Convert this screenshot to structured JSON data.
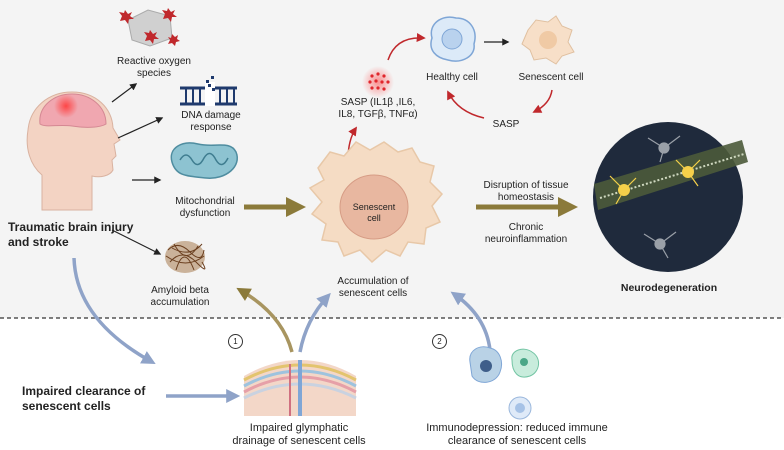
{
  "labels": {
    "tbi": "Traumatic brain injury\nand stroke",
    "ros": "Reactive oxygen\nspecies",
    "dna": "DNA damage\nresponse",
    "mito": "Mitochondrial\ndysfunction",
    "amyloid": "Amyloid beta\naccumulation",
    "sasp_list": "SASP (IL1β ,IL6,\nIL8, TGFβ, TNFα)",
    "healthy": "Healthy cell",
    "senescent_cell": "Senescent cell",
    "sasp": "SASP",
    "cell_center": "Senescent\ncell",
    "accum": "Accumulation of\nsenescent cells",
    "disruption": "Disruption of tissue\nhomeostasis",
    "chronic": "Chronic\nneuroinflammation",
    "neurodeg": "Neurodegeneration",
    "impaired_clearance": "Impaired clearance of\nsenescent cells",
    "glymphatic": "Impaired glymphatic\ndrainage of senescent cells",
    "immuno": "Immunodepression: reduced immune\nclearance of senescent cells",
    "step1": "1",
    "step2": "2"
  },
  "colors": {
    "top_bg": "#f4f4f4",
    "olive_arrow": "#8b7a3a",
    "blue_arrow": "#8fa3c8",
    "red_arrow": "#c0282c",
    "cell_fill": "#f5dcc4",
    "nucleus_fill": "#e8b7a0"
  }
}
